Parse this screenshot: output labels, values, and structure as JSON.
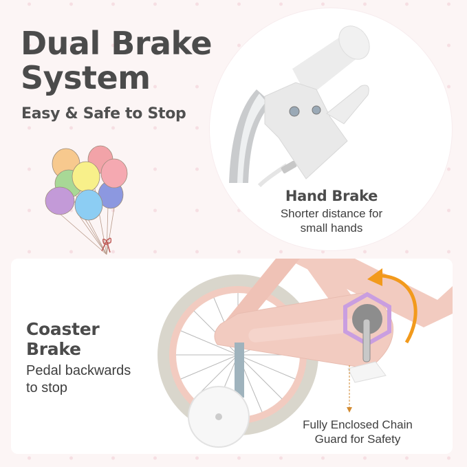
{
  "headline": {
    "line1": "Dual Brake",
    "line2": "System",
    "subtitle": "Easy & Safe to Stop"
  },
  "hand_brake": {
    "title": "Hand Brake",
    "description_line1": "Shorter distance for",
    "description_line2": "small hands",
    "image": "bike-hand-brake-lever-photo"
  },
  "coaster_brake": {
    "title_line1": "Coaster",
    "title_line2": "Brake",
    "description_line1": "Pedal backwards",
    "description_line2": "to stop",
    "image": "bike-rear-wheel-chain-guard-photo"
  },
  "chain_guard": {
    "label_line1": "Fully Enclosed Chain",
    "label_line2": "Guard for Safety"
  },
  "decoration": {
    "balloons": "balloon-bunch-illustration",
    "balloon_colors": [
      "#f7c98e",
      "#f2a3a8",
      "#f8f08a",
      "#a8d896",
      "#f5a9b1",
      "#8c98e0",
      "#c39ad8",
      "#8ccdf3"
    ],
    "arrow_color": "#f29a1c"
  },
  "colors": {
    "background": "#fcf5f5",
    "dot": "#f6dfe3",
    "text_dark": "#4b4b4b",
    "bike_pink": "#f2cbc0",
    "tire_gray": "#d9d6cc"
  }
}
